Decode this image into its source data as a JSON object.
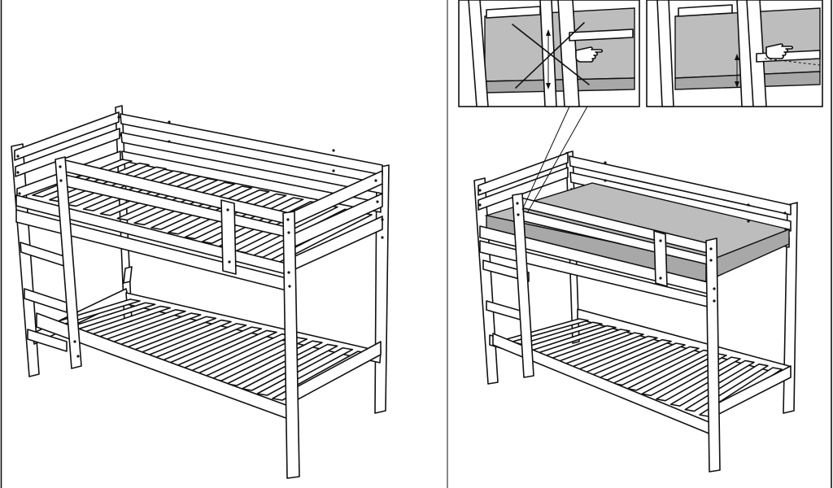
{
  "figure": {
    "panels": [
      {
        "name": "assembled-bunk-bed"
      },
      {
        "name": "bunk-bed-with-mattress"
      },
      {
        "name": "incorrect-mattress-height-detail",
        "icons": [
          "pointing-hand-icon",
          "cross-out-icon",
          "height-arrow-icon"
        ]
      },
      {
        "name": "correct-mattress-height-detail",
        "icons": [
          "pointing-hand-icon",
          "height-arrow-icon"
        ]
      }
    ],
    "colors": {
      "line": "#111111",
      "mattress": "#bdbdbd",
      "background": "#ffffff"
    }
  }
}
